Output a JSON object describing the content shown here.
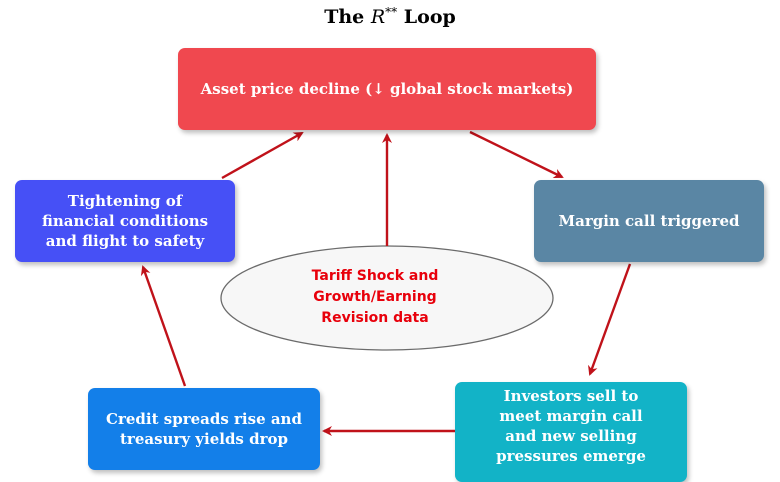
{
  "title": {
    "prefix": "The ",
    "symbol": "R",
    "superscript": "**",
    "suffix": " Loop"
  },
  "nodes": {
    "top": {
      "label": "Asset price decline (↓ global stock markets)"
    },
    "right": {
      "label": "Margin call triggered"
    },
    "bottom_right": {
      "label": "Investors sell to\nmeet margin call\nand new selling\npressures emerge"
    },
    "bottom_left": {
      "label": "Credit spreads rise and\ntreasury yields drop"
    },
    "left": {
      "label": "Tightening of\nfinancial conditions\nand flight to safety"
    }
  },
  "center": {
    "label": "Tariff Shock and\nGrowth/Earning\nRevision data"
  },
  "colors": {
    "top": "#f0484f",
    "right": "#5a86a4",
    "bottom_right": "#12b3c7",
    "bottom_left": "#137fe9",
    "left": "#4650f6",
    "arrow": "#c0121a",
    "center_text": "#e8000b",
    "ellipse_stroke": "#6b6b6b",
    "ellipse_fill": "#f7f7f7"
  }
}
